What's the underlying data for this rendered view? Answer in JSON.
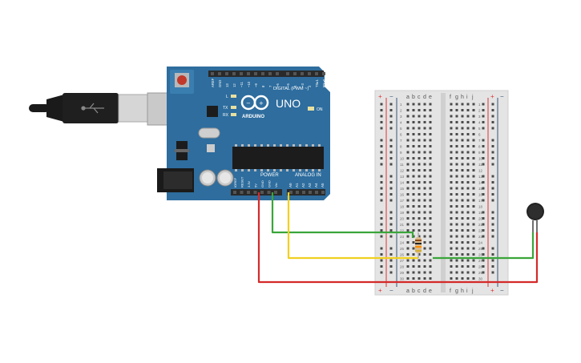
{
  "board": {
    "brand": "ARDUINO",
    "model": "UNO",
    "header_digital": "DIGITAL (PWM ~)",
    "header_power": "POWER",
    "header_analog": "ANALOG IN",
    "led_on": "ON",
    "led_l": "L",
    "led_tx": "TX",
    "led_rx": "RX",
    "digital_pins": [
      "AREF",
      "GND",
      "13",
      "12",
      "~11",
      "~10",
      "~9",
      "8",
      "7",
      "~6",
      "~5",
      "4",
      "~3",
      "2",
      "TX▸1",
      "RX◂0"
    ],
    "power_pins": [
      "IOREF",
      "RESET",
      "3.3V",
      "5V",
      "GND",
      "GND",
      "Vin"
    ],
    "analog_pins": [
      "A0",
      "A1",
      "A2",
      "A3",
      "A4",
      "A5"
    ],
    "colors": {
      "pcb": "#2e6d9e",
      "headers": "#2a2a2a",
      "reset": "#c0392b",
      "chip": "#1c1c1c"
    }
  },
  "breadboard": {
    "columns_left": [
      "a",
      "b",
      "c",
      "d",
      "e"
    ],
    "columns_right": [
      "f",
      "g",
      "h",
      "i",
      "j"
    ],
    "rail_plus": "+",
    "rail_minus": "−",
    "row_count": 30,
    "colors": {
      "body": "#e4e4e4",
      "rail_red": "#d33",
      "rail_blue": "#357"
    }
  },
  "wires": [
    {
      "name": "wire-5v",
      "color": "#d42a2a"
    },
    {
      "name": "wire-gnd",
      "color": "#3aa53a"
    },
    {
      "name": "wire-a0",
      "color": "#f0d020"
    }
  ],
  "components": {
    "resistor": {
      "bands": [
        "#8b4513",
        "#222222",
        "#ff8c00",
        "#d4af37"
      ]
    },
    "vibration_motor": {
      "color": "#222222"
    },
    "usb_cable": {
      "color": "#1a1a1a"
    }
  }
}
